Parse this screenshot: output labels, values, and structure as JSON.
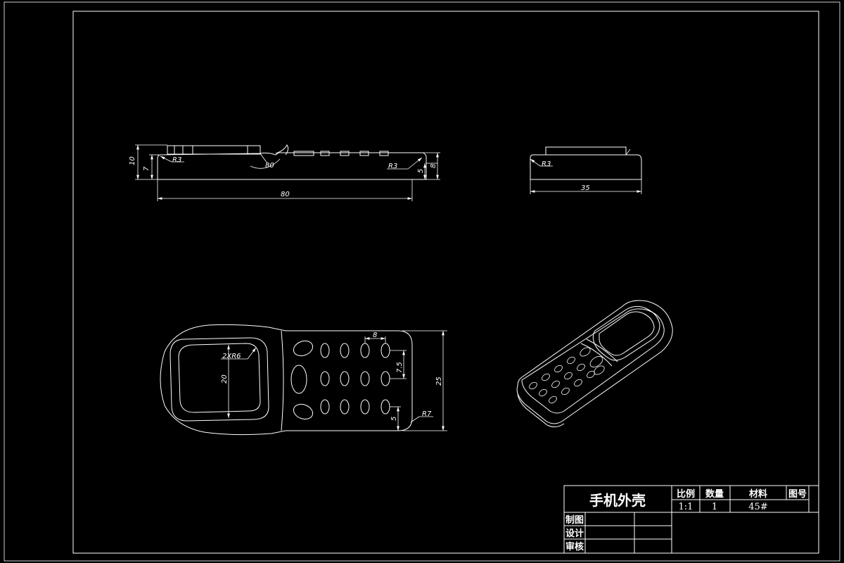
{
  "colors": {
    "background": "#000000",
    "line": "#ffffff"
  },
  "front_view": {
    "dims": {
      "len80": "80",
      "h10": "10",
      "h7": "7",
      "h5": "5",
      "h8": "8",
      "r3_left": "R3",
      "r3_right": "R3",
      "angle": "80"
    }
  },
  "side_view": {
    "dims": {
      "w35": "35",
      "r3": "R3"
    }
  },
  "top_view": {
    "dims": {
      "r6": "2XR6",
      "d20": "20",
      "d8": "8",
      "d75": "7.5",
      "d25": "25",
      "d5": "5",
      "r7": "R7"
    }
  },
  "title_block": {
    "title": "手机外壳",
    "scale_label": "比例",
    "scale_value": "1:1",
    "qty_label": "数量",
    "qty_value": "1",
    "material_label": "材料",
    "material_value": "45#",
    "drawing_no_label": "图号",
    "role1": "制图",
    "role2": "设计",
    "role3": "审核"
  }
}
